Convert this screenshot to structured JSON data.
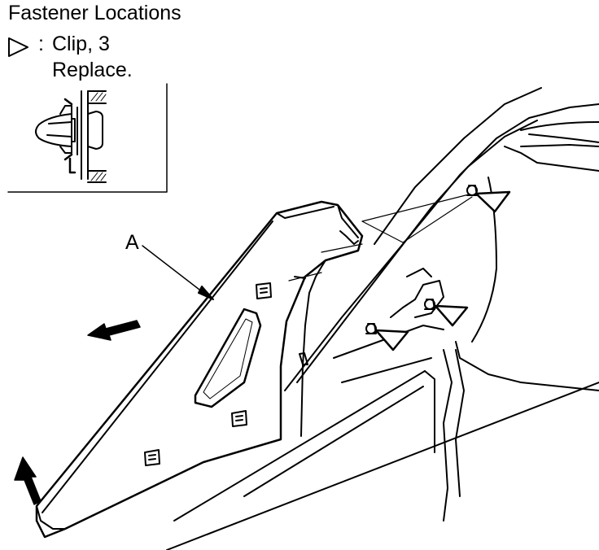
{
  "title": "Fastener Locations",
  "legend": {
    "symbol": ":",
    "item": "Clip, 3",
    "note": "Replace."
  },
  "part_label": "A",
  "icons": {
    "legend_marker": "clip-triangle-icon",
    "direction": "arrow-icon"
  },
  "colors": {
    "line": "#000000",
    "background": "#ffffff"
  }
}
